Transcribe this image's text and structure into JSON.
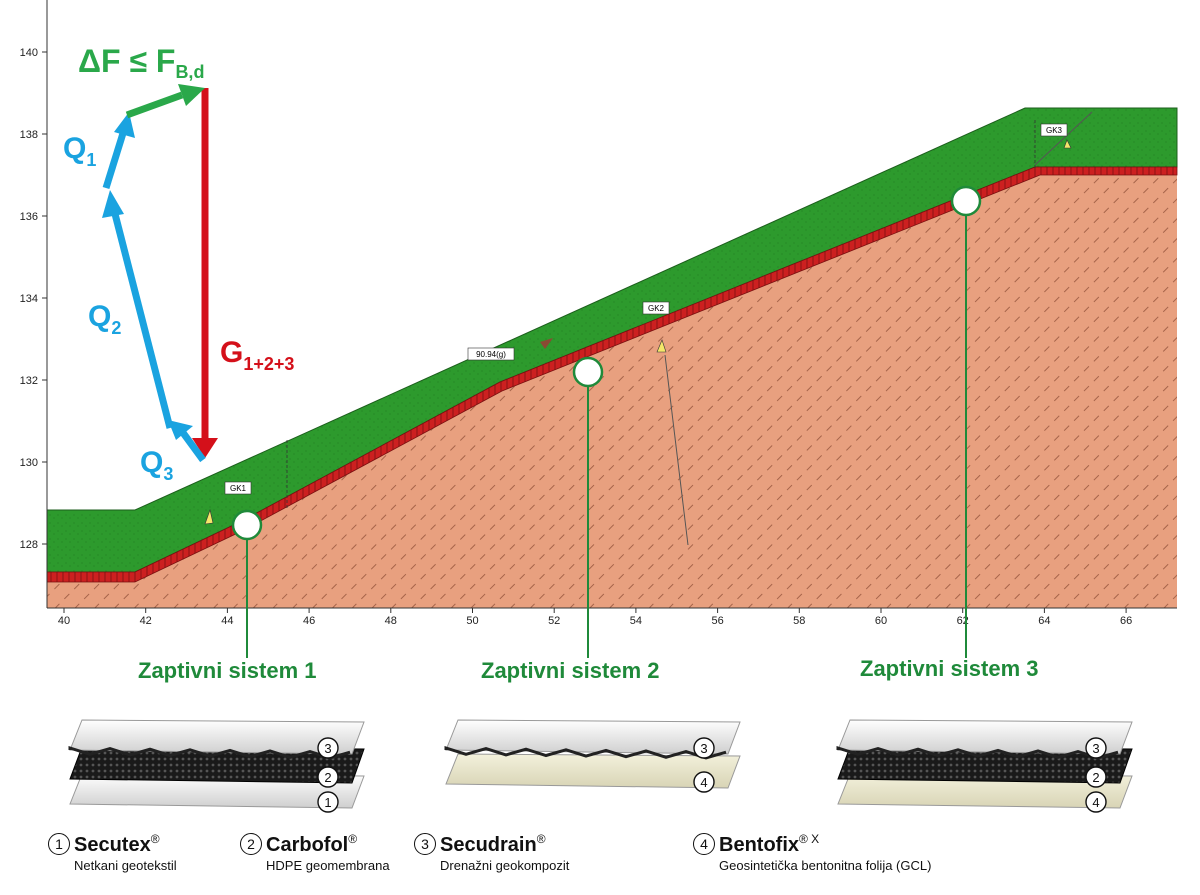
{
  "diagram": {
    "y_ticks": [
      "140",
      "138",
      "136",
      "134",
      "132",
      "130",
      "128"
    ],
    "x_ticks": [
      "40",
      "42",
      "44",
      "46",
      "48",
      "50",
      "52",
      "54",
      "56",
      "58",
      "60",
      "62",
      "64",
      "66"
    ],
    "force_labels": {
      "delta_f": "ΔF ≤ F",
      "delta_f_sub": "B,d",
      "q1": "Q",
      "q1_sub": "1",
      "q2": "Q",
      "q2_sub": "2",
      "q3": "Q",
      "q3_sub": "3",
      "g": "G",
      "g_sub": "1+2+3"
    },
    "section_labels": {
      "gk1": "GK1",
      "gk2": "GK2",
      "gk3": "GK3",
      "angle": "90.94(g)"
    },
    "colors": {
      "soil": "#e8a07f",
      "cover": "#2d9a2d",
      "liner": "#cc2020",
      "force_blue": "#1aa3e0",
      "force_green": "#2aa84a",
      "force_red": "#d4101a",
      "system_green": "#1f8a3a"
    }
  },
  "systems": [
    {
      "label": "Zaptivni sistem 1",
      "layers": [
        "3",
        "2",
        "1"
      ]
    },
    {
      "label": "Zaptivni sistem 2",
      "layers": [
        "3",
        "4"
      ]
    },
    {
      "label": "Zaptivni sistem 3",
      "layers": [
        "3",
        "2",
        "4"
      ]
    }
  ],
  "legend": [
    {
      "num": "1",
      "name": "Secutex",
      "mark": "®",
      "desc": "Netkani geotekstil"
    },
    {
      "num": "2",
      "name": "Carbofol",
      "mark": "®",
      "desc": "HDPE geomembrana"
    },
    {
      "num": "3",
      "name": "Secudrain",
      "mark": "®",
      "desc": "Drenažni geokompozit"
    },
    {
      "num": "4",
      "name": "Bentofix",
      "mark": "® X",
      "desc": "Geosintetička bentonitna folija (GCL)"
    }
  ]
}
